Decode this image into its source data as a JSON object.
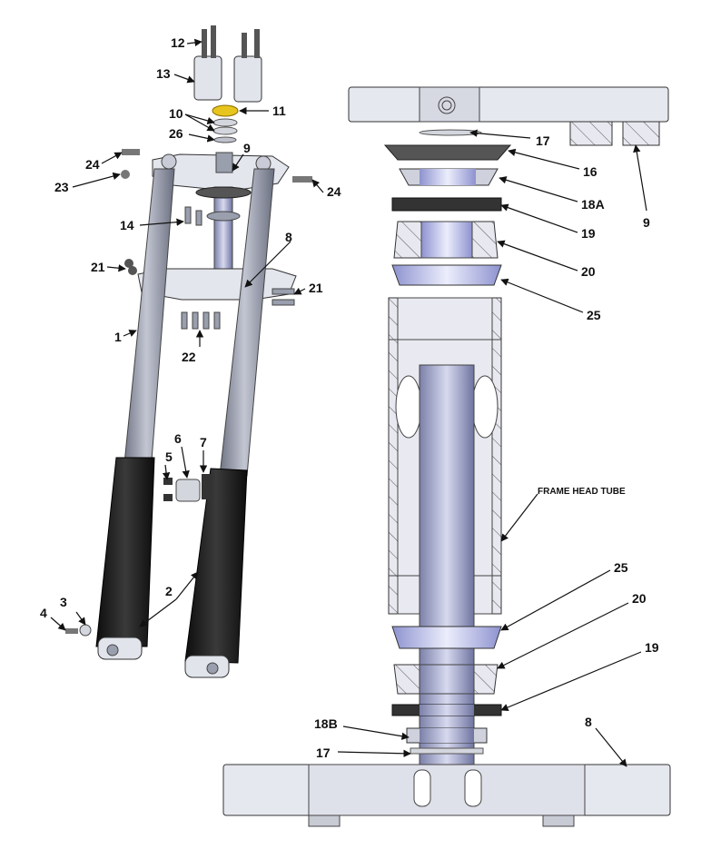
{
  "colors": {
    "aluminum": "#e4e6ee",
    "tube": "#9a9fae",
    "black_slider": "#1c1c1c",
    "seal_dark": "#3a3a3a",
    "bore": "#b9bde4",
    "brass_nut": "#e8c51e"
  },
  "callouts": {
    "c1": "1",
    "c2": "2",
    "c3": "3",
    "c4": "4",
    "c5": "5",
    "c6": "6",
    "c7": "7",
    "c8a": "8",
    "c8b": "8",
    "c9a": "9",
    "c9b": "9",
    "c10": "10",
    "c11": "11",
    "c12": "12",
    "c13": "13",
    "c14": "14",
    "c16": "16",
    "c17a": "17",
    "c17b": "17",
    "c18a": "18A",
    "c18b": "18B",
    "c19a": "19",
    "c19b": "19",
    "c20a": "20",
    "c20b": "20",
    "c21a": "21",
    "c21b": "21",
    "c22": "22",
    "c23": "23",
    "c24a": "24",
    "c24b": "24",
    "c25a": "25",
    "c25b": "25",
    "c26": "26",
    "frame_head_tube": "FRAME HEAD TUBE"
  }
}
